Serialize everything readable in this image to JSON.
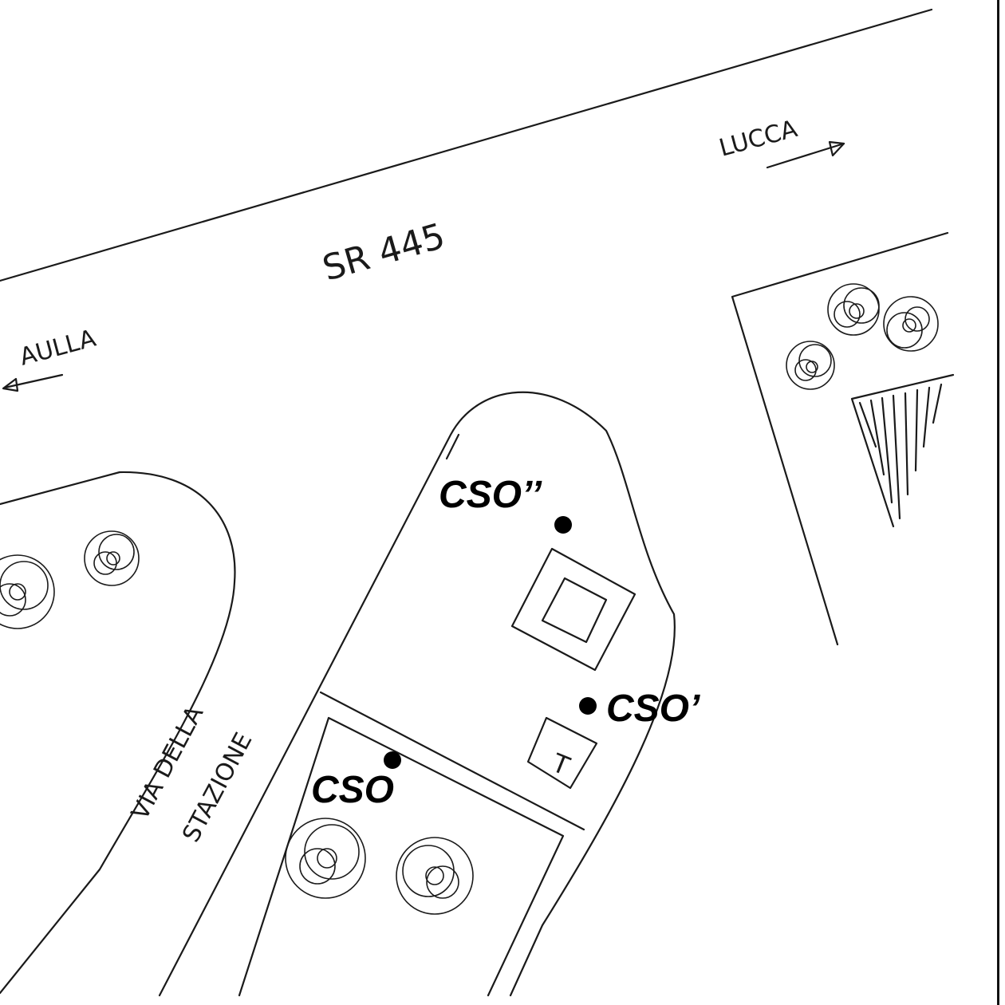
{
  "labels": {
    "road": "SR 445",
    "dir_left": "AULLA",
    "dir_right": "LUCCA",
    "street_line1": "VIA DELLA",
    "street_line2": "STAZIONE",
    "t_box": "T"
  },
  "points": {
    "cso": "CSO",
    "cso_prime": "CSO’",
    "cso_double_prime": "CSO’’"
  }
}
